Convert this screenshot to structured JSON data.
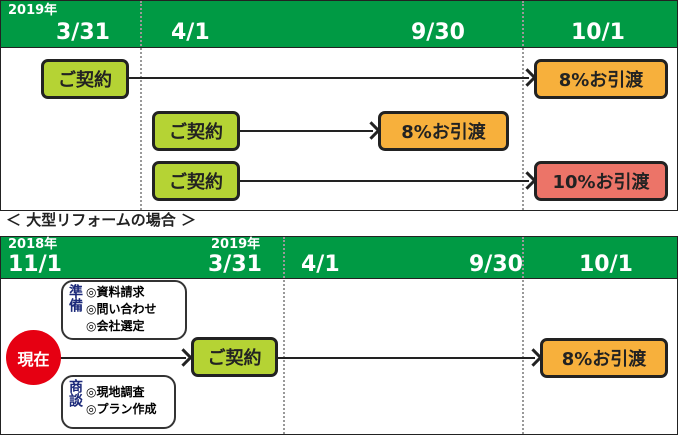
{
  "top": {
    "year": "2019年",
    "dates": [
      "3/31",
      "4/1",
      "9/30",
      "10/1"
    ],
    "rows": [
      {
        "from": "ご契約",
        "to": "8%お引渡"
      },
      {
        "from": "ご契約",
        "to": "8%お引渡"
      },
      {
        "from": "ご契約",
        "to": "10%お引渡"
      }
    ]
  },
  "caption": "＜ 大型リフォームの場合 ＞",
  "bottom": {
    "year1": "2018年",
    "date1": "11/1",
    "year2": "2019年",
    "date2": "3/31",
    "dates": [
      "4/1",
      "9/30",
      "10/1"
    ],
    "now": "現在",
    "contract": "ご契約",
    "delivery": "8%お引渡",
    "prep": {
      "label": "準備",
      "items": [
        "◎資料請求",
        "◎問い合わせ",
        "◎会社選定"
      ]
    },
    "talk": {
      "label": "商談",
      "items": [
        "◎現地調査",
        "◎プラン作成"
      ]
    }
  },
  "colors": {
    "green": "#009a44",
    "lime": "#b5d334",
    "orange": "#f7b03c",
    "red": "#ec7468",
    "now": "#e60012"
  }
}
